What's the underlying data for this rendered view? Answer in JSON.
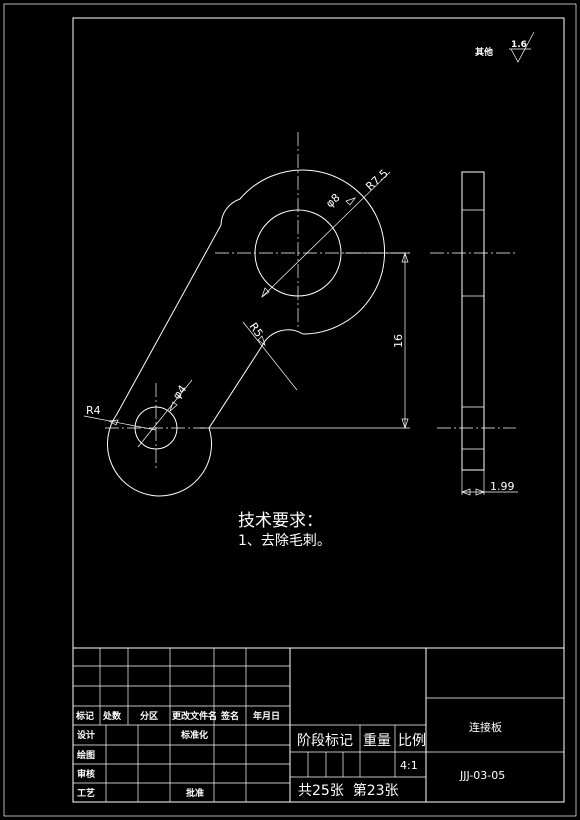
{
  "roughness": {
    "label": "其他",
    "value": "1.6"
  },
  "dimensions": {
    "r7_5": "R7.5",
    "d8": "φ8",
    "r5": "R5",
    "r4": "R4",
    "d4": "φ4",
    "h16": "16",
    "t1_99": "1.99"
  },
  "requirements": {
    "heading": "技术要求：",
    "item1": "1、去除毛刺。"
  },
  "title_block": {
    "headers": {
      "mark": "标记",
      "count": "处数",
      "zone": "分区",
      "doc": "更改文件名",
      "sign": "签名",
      "date": "年月日"
    },
    "rows": {
      "design": "设计",
      "standard": "标准化",
      "draw": "绘图",
      "check": "审核",
      "process": "工艺",
      "approve": "批准"
    },
    "stage_mark": "阶段标记",
    "weight": "重量",
    "scale_label": "比例",
    "scale_value": "4:1",
    "sheets": "共25张  第23张",
    "part_name": "连接板",
    "drawing_no": "JJJ-03-05"
  }
}
